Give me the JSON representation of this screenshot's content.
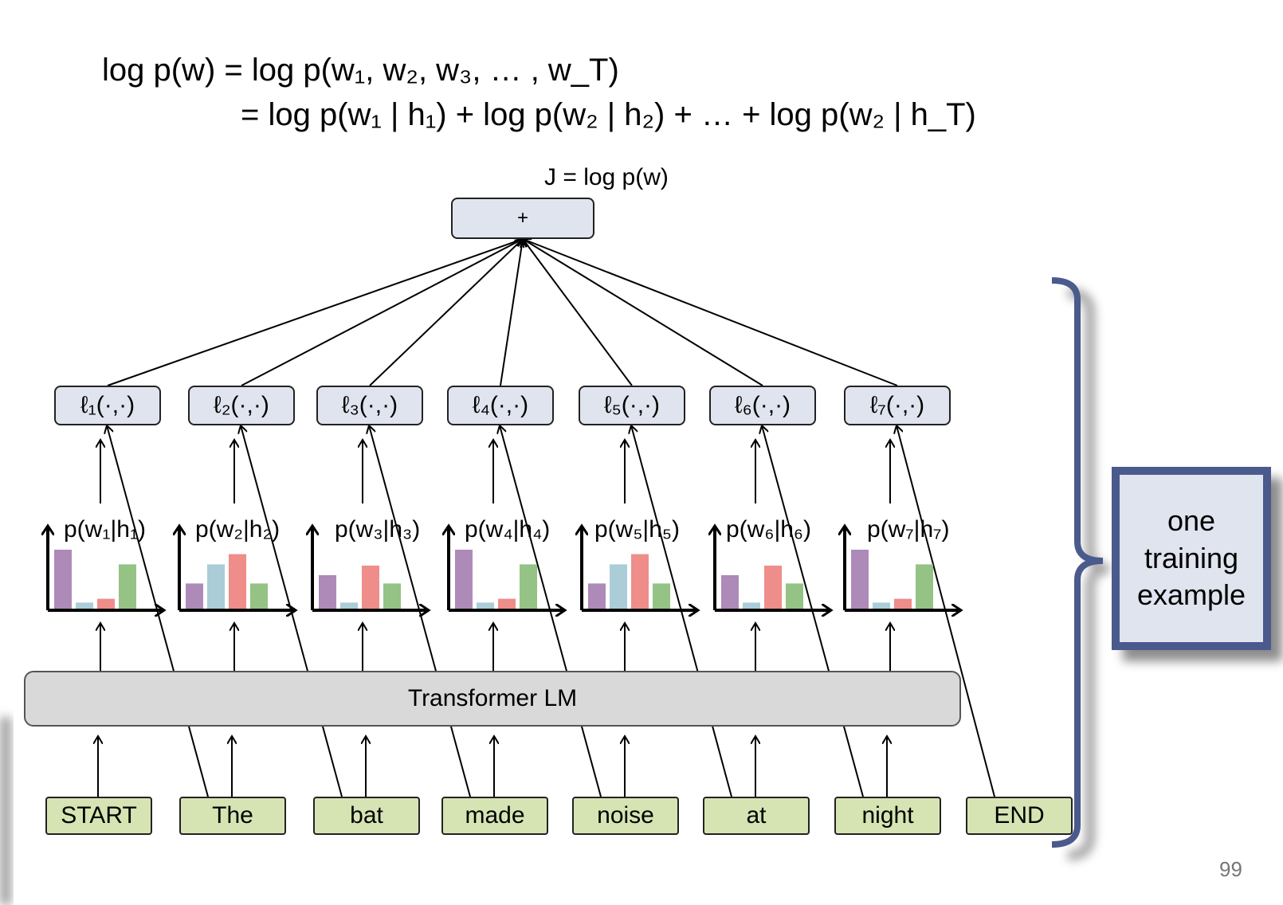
{
  "equation": {
    "line1_lhs": "log p(w)",
    "line1_rhs": "= log p(w₁, w₂, w₃, … , w_T)",
    "line2": "= log p(w₁ | h₁) + log p(w₂ | h₂) + … + log p(w₂ | h_T)"
  },
  "objective": {
    "label": "J = log p(w)",
    "sum_symbol": "+"
  },
  "loss_nodes": [
    "ℓ₁(·,·)",
    "ℓ₂(·,·)",
    "ℓ₃(·,·)",
    "ℓ₄(·,·)",
    "ℓ₅(·,·)",
    "ℓ₆(·,·)",
    "ℓ₇(·,·)"
  ],
  "distributions": [
    {
      "label": "p(w₁|h₁)",
      "bars": [
        0.95,
        0.12,
        0.18,
        0.72
      ]
    },
    {
      "label": "p(w₂|h₂)",
      "bars": [
        0.42,
        0.72,
        0.88,
        0.42
      ]
    },
    {
      "label": "p(w₃|h₃)",
      "bars": [
        0.55,
        0.12,
        0.7,
        0.42
      ]
    },
    {
      "label": "p(w₄|h₄)",
      "bars": [
        0.95,
        0.12,
        0.18,
        0.72
      ]
    },
    {
      "label": "p(w₅|h₅)",
      "bars": [
        0.42,
        0.72,
        0.88,
        0.42
      ]
    },
    {
      "label": "p(w₆|h₆)",
      "bars": [
        0.55,
        0.12,
        0.7,
        0.42
      ]
    },
    {
      "label": "p(w₇|h₇)",
      "bars": [
        0.95,
        0.12,
        0.18,
        0.72
      ]
    }
  ],
  "bar_colors": [
    "#ae8ab8",
    "#aacdd8",
    "#ee8d8a",
    "#94c385"
  ],
  "model_label": "Transformer LM",
  "words": [
    "START",
    "The",
    "bat",
    "made",
    "noise",
    "at",
    "night",
    "END"
  ],
  "callout": {
    "line1": "one",
    "line2": "training",
    "line3": "example"
  },
  "page_number": "99"
}
